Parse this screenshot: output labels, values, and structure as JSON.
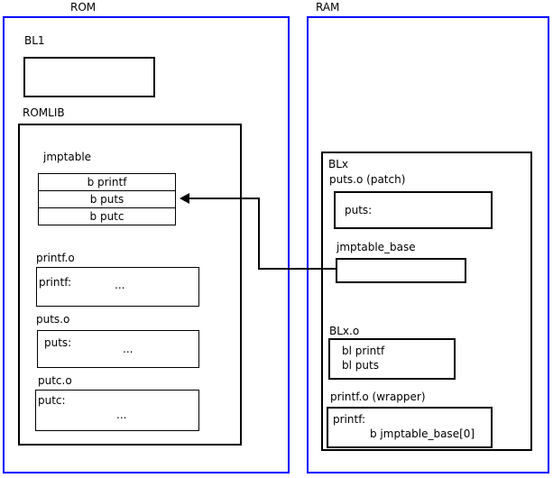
{
  "diagram": {
    "title_rom": "ROM",
    "title_ram": "RAM"
  },
  "rom": {
    "label": "ROM",
    "bl1": {
      "label": "BL1",
      "contents": ""
    },
    "romlib": {
      "label": "ROMLIB",
      "jmptable": {
        "label": "jmptable",
        "entries": [
          "b printf",
          "b puts",
          "b putc"
        ]
      },
      "objects": [
        {
          "label": "printf.o",
          "symbol": "printf:",
          "body": "..."
        },
        {
          "label": "puts.o",
          "symbol": "puts:",
          "body": "..."
        },
        {
          "label": "putc.o",
          "symbol": "putc:",
          "body": "..."
        }
      ]
    }
  },
  "ram": {
    "label": "RAM",
    "blx": {
      "label": "BLx",
      "patch": {
        "label": "puts.o (patch)",
        "symbol": "puts:"
      },
      "jmptable_base": {
        "label": "jmptable_base",
        "contents": ""
      },
      "blx_o": {
        "label": "BLx.o",
        "line1": "bl printf",
        "line2": "bl puts"
      },
      "wrapper": {
        "label": "printf.o (wrapper)",
        "symbol": "printf:",
        "instruction": "b jmptable_base[0]"
      }
    }
  },
  "connector": {
    "name": "jmptable-base-to-b-puts-arrow",
    "from": "jmptable_base",
    "to": "b puts"
  },
  "colors": {
    "region_border": "#0000ff",
    "box_border": "#000000",
    "background": "#ffffff",
    "text": "#000000"
  }
}
